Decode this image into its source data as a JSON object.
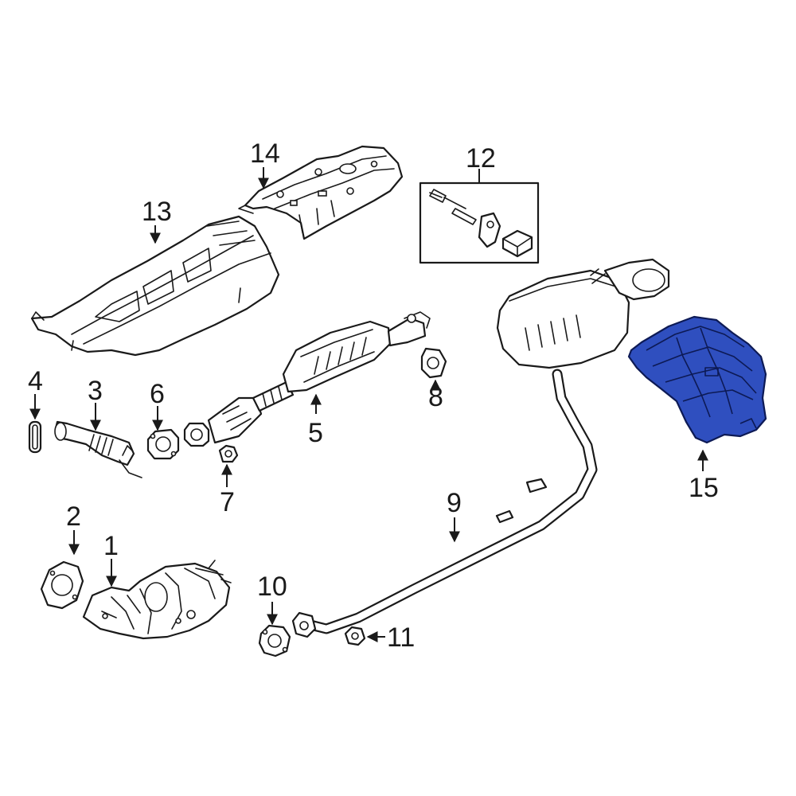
{
  "callouts": {
    "c1": "1",
    "c2": "2",
    "c3": "3",
    "c4": "4",
    "c5": "5",
    "c6": "6",
    "c7": "7",
    "c8": "8",
    "c9": "9",
    "c10": "10",
    "c11": "11",
    "c12": "12",
    "c13": "13",
    "c14": "14",
    "c15": "15"
  },
  "colors": {
    "highlight": "#2f4fbf",
    "line": "#1a1a1a",
    "background": "#ffffff"
  }
}
